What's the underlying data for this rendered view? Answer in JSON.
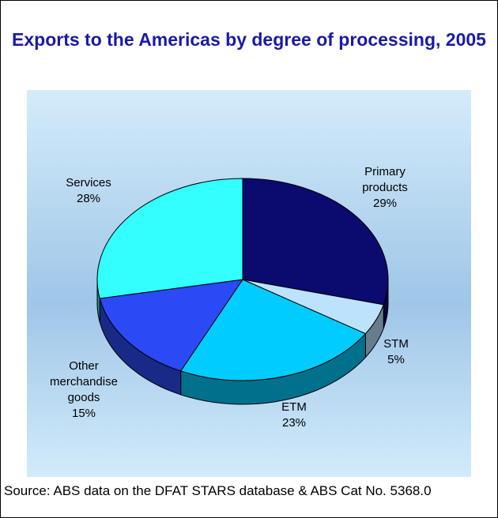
{
  "chart_data": {
    "type": "pie",
    "title": "Exports to the Americas by degree of processing, 2005",
    "slices": [
      {
        "label": "Primary products",
        "display_label": "Primary\nproducts",
        "value": 29,
        "value_label": "29%",
        "color": "#0b0a6e"
      },
      {
        "label": "STM",
        "display_label": "STM",
        "value": 5,
        "value_label": "5%",
        "color": "#bde3fc"
      },
      {
        "label": "ETM",
        "display_label": "ETM",
        "value": 23,
        "value_label": "23%",
        "color": "#00ccff"
      },
      {
        "label": "Other merchandise goods",
        "display_label": "Other\nmerchandise\ngoods",
        "value": 15,
        "value_label": "15%",
        "color": "#2b4af5"
      },
      {
        "label": "Services",
        "display_label": "Services",
        "value": 28,
        "value_label": "28%",
        "color": "#33ffff"
      }
    ],
    "style": "3d-exploded-none",
    "start": "top-center",
    "direction": "clockwise"
  },
  "source": "Source:  ABS data on the DFAT STARS database & ABS Cat No. 5368.0"
}
